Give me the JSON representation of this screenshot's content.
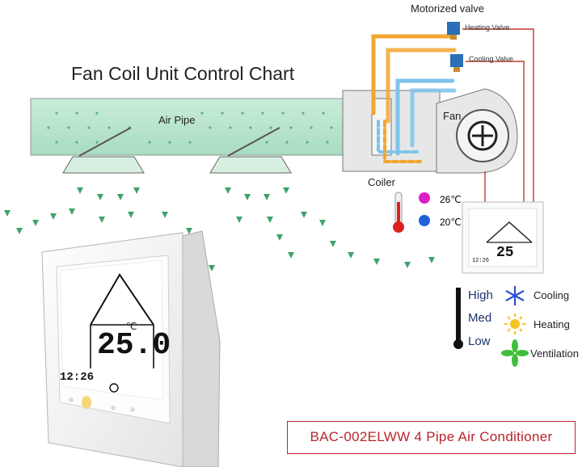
{
  "title": "Fan Coil Unit Control Chart",
  "valve_title": "Motorized valve",
  "heating_valve_label": "Heating Valve",
  "cooling_valve_label": "Cooling Valve",
  "air_pipe_label": "Air Pipe",
  "fan_label": "Fan",
  "coiler_label": "Coiler",
  "temp_hot": "26℃",
  "temp_cold": "20℃",
  "speeds": {
    "high": "High",
    "med": "Med",
    "low": "Low"
  },
  "modes": {
    "cooling": "Cooling",
    "heating": "Heating",
    "ventilation": "Ventilation"
  },
  "thermostat": {
    "temperature": "25.0",
    "unit": "℃",
    "time": "12:26"
  },
  "small_thermostat": {
    "temperature": "25",
    "time": "12:26"
  },
  "banner": "BAC-002ELWW 4 Pipe Air Conditioner",
  "colors": {
    "hot_pipe": "#f2a531",
    "cold_pipe": "#7ec3ec",
    "wire": "#c0392b",
    "air": "#3fa36b",
    "banner": "#b8262c",
    "speed_text": "#1f3470"
  }
}
